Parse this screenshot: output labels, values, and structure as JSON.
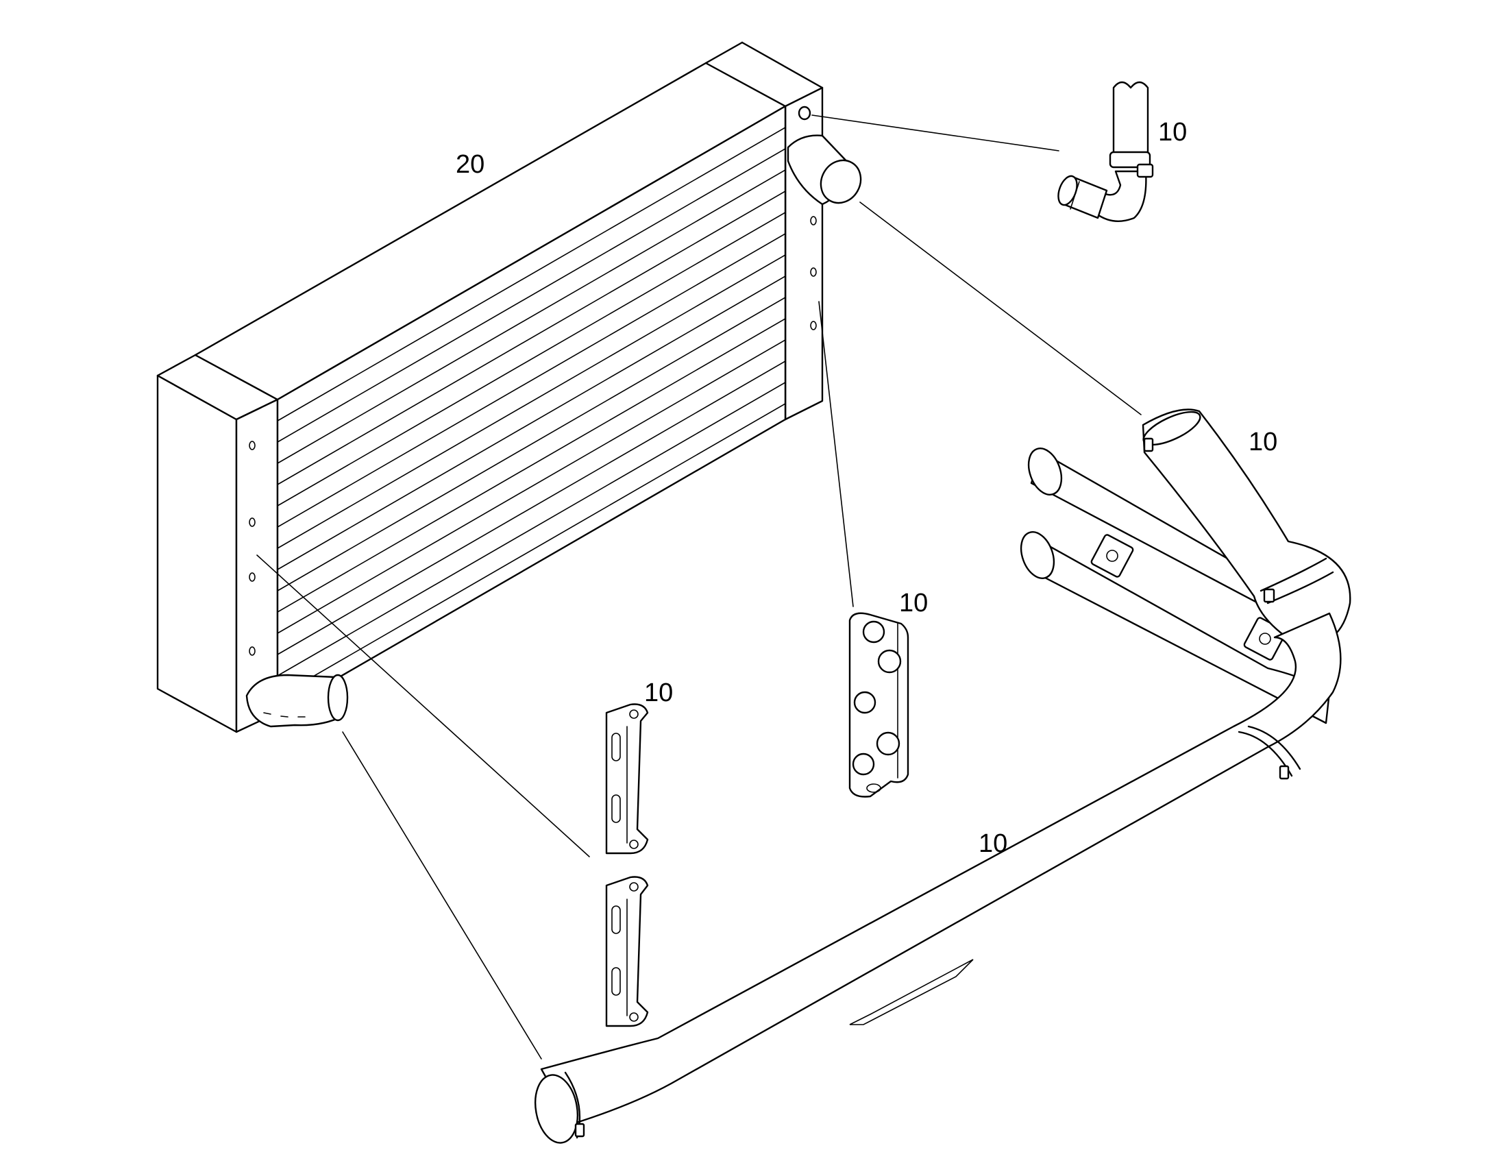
{
  "callouts": {
    "radiator": "20",
    "sensor_elbow": "10",
    "upper_hose": "10",
    "center_bracket": "10",
    "side_bracket": "10",
    "lower_pipe": "10"
  },
  "colors": {
    "line": "#000000",
    "background": "#ffffff"
  }
}
